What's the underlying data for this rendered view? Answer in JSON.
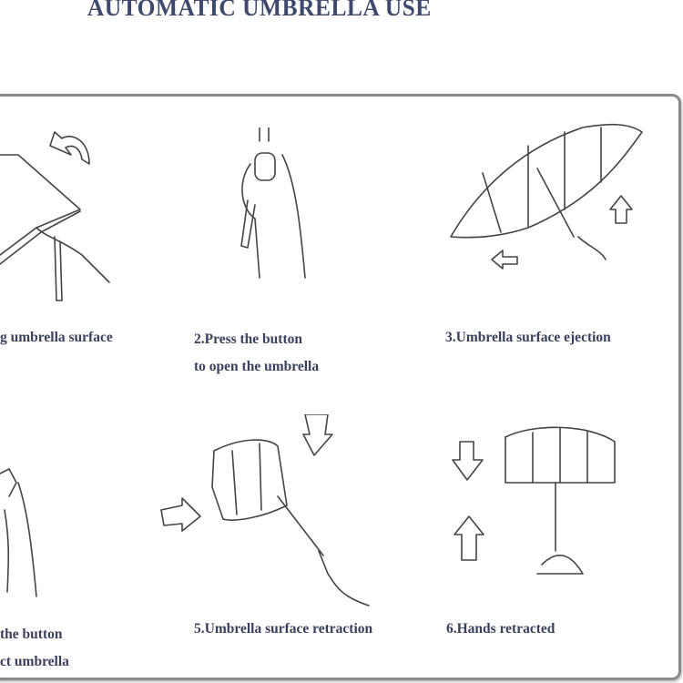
{
  "title": "AUTOMATIC UMBRELLA USE",
  "steps": [
    {
      "lines": [
        "g umbrella surface"
      ]
    },
    {
      "lines": [
        "2.Press the button",
        "to open the umbrella"
      ]
    },
    {
      "lines": [
        "3.Umbrella surface ejection"
      ]
    },
    {
      "lines": [
        "the button",
        "ct umbrella"
      ]
    },
    {
      "lines": [
        "5.Umbrella surface retraction"
      ]
    },
    {
      "lines": [
        "6.Hands retracted"
      ]
    }
  ],
  "colors": {
    "title": "#3e4a6d",
    "caption": "#3a3f5c",
    "frame": "#8a8a8a"
  }
}
